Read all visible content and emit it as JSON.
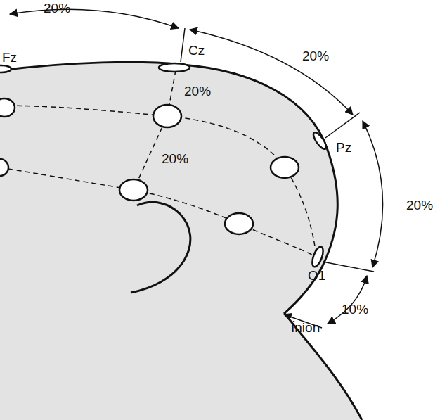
{
  "diagram": {
    "labels": [
      "20%",
      "Fz",
      "Cz",
      "20%",
      "20%",
      "20%",
      "Pz",
      "20%",
      "O1",
      "10%",
      "Ínion"
    ]
  }
}
